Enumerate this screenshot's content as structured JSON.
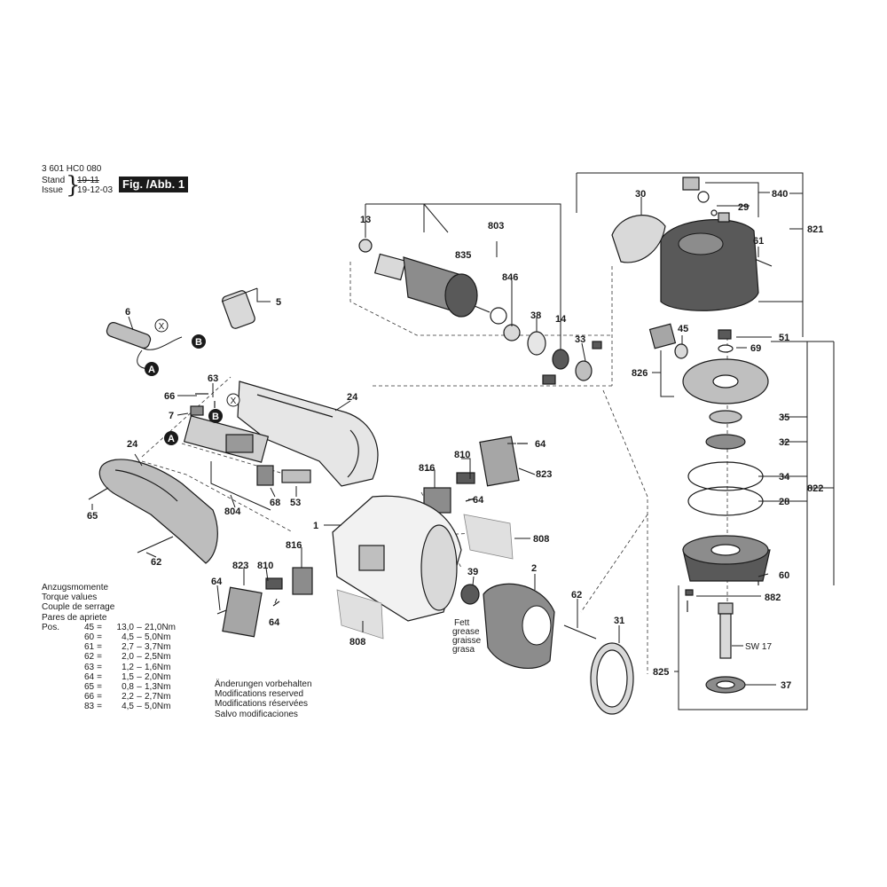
{
  "header": {
    "doc_number": "3 601 HC0 080",
    "stand_label": "Stand",
    "issue_label": "Issue",
    "old_date": "19-11",
    "new_date": "19-12-03",
    "fig_title": "Fig. /Abb. 1"
  },
  "callouts": [
    {
      "id": "c13",
      "text": "13"
    },
    {
      "id": "c803",
      "text": "803"
    },
    {
      "id": "c835",
      "text": "835"
    },
    {
      "id": "c846",
      "text": "846"
    },
    {
      "id": "c38",
      "text": "38"
    },
    {
      "id": "c14",
      "text": "14"
    },
    {
      "id": "c33",
      "text": "33"
    },
    {
      "id": "c30",
      "text": "30"
    },
    {
      "id": "c840",
      "text": "840"
    },
    {
      "id": "c29",
      "text": "29"
    },
    {
      "id": "c61",
      "text": "61"
    },
    {
      "id": "c821",
      "text": "821"
    },
    {
      "id": "c45",
      "text": "45"
    },
    {
      "id": "c51",
      "text": "51"
    },
    {
      "id": "c69",
      "text": "69"
    },
    {
      "id": "c826",
      "text": "826"
    },
    {
      "id": "c35",
      "text": "35"
    },
    {
      "id": "c32",
      "text": "32"
    },
    {
      "id": "c34",
      "text": "34"
    },
    {
      "id": "c822",
      "text": "822"
    },
    {
      "id": "c28",
      "text": "28"
    },
    {
      "id": "c60",
      "text": "60"
    },
    {
      "id": "c882",
      "text": "882"
    },
    {
      "id": "c825",
      "text": "825"
    },
    {
      "id": "csw",
      "text": "SW 17"
    },
    {
      "id": "c37",
      "text": "37"
    },
    {
      "id": "c5",
      "text": "5"
    },
    {
      "id": "c6",
      "text": "6"
    },
    {
      "id": "c63",
      "text": "63"
    },
    {
      "id": "c66",
      "text": "66"
    },
    {
      "id": "c7",
      "text": "7"
    },
    {
      "id": "c24a",
      "text": "24"
    },
    {
      "id": "c24b",
      "text": "24"
    },
    {
      "id": "c804",
      "text": "804"
    },
    {
      "id": "c68",
      "text": "68"
    },
    {
      "id": "c53",
      "text": "53"
    },
    {
      "id": "c65",
      "text": "65"
    },
    {
      "id": "c62a",
      "text": "62"
    },
    {
      "id": "c64a",
      "text": "64"
    },
    {
      "id": "c810a",
      "text": "810"
    },
    {
      "id": "c823a",
      "text": "823"
    },
    {
      "id": "c816a",
      "text": "816"
    },
    {
      "id": "c64b",
      "text": "64"
    },
    {
      "id": "c808a",
      "text": "808"
    },
    {
      "id": "c1",
      "text": "1"
    },
    {
      "id": "c816b",
      "text": "816"
    },
    {
      "id": "c823b",
      "text": "823"
    },
    {
      "id": "c810b",
      "text": "810"
    },
    {
      "id": "c64c",
      "text": "64"
    },
    {
      "id": "c64d",
      "text": "64"
    },
    {
      "id": "c808b",
      "text": "808"
    },
    {
      "id": "c39",
      "text": "39"
    },
    {
      "id": "c2",
      "text": "2"
    },
    {
      "id": "c62b",
      "text": "62"
    },
    {
      "id": "c31",
      "text": "31"
    }
  ],
  "circle_markers": {
    "a": "A",
    "b": "B",
    "x": "X"
  },
  "grease": [
    "Fett",
    "grease",
    "graisse",
    "grasa"
  ],
  "torque": {
    "headings": [
      "Anzugsmomente",
      "Torque values",
      "Couple de serrage",
      "Pares de apriete"
    ],
    "rows": [
      {
        "pos": "Pos.",
        "part": "45",
        "eq": "=",
        "min": "13,0",
        "dash": "–",
        "max": "21,0Nm"
      },
      {
        "pos": "",
        "part": "60",
        "eq": "=",
        "min": "4,5",
        "dash": "–",
        "max": "5,0Nm"
      },
      {
        "pos": "",
        "part": "61",
        "eq": "=",
        "min": "2,7",
        "dash": "–",
        "max": "3,7Nm"
      },
      {
        "pos": "",
        "part": "62",
        "eq": "=",
        "min": "2,0",
        "dash": "–",
        "max": "2,5Nm"
      },
      {
        "pos": "",
        "part": "63",
        "eq": "=",
        "min": "1,2",
        "dash": "–",
        "max": "1,6Nm"
      },
      {
        "pos": "",
        "part": "64",
        "eq": "=",
        "min": "1,5",
        "dash": "–",
        "max": "2,0Nm"
      },
      {
        "pos": "",
        "part": "65",
        "eq": "=",
        "min": "0,8",
        "dash": "–",
        "max": "1,3Nm"
      },
      {
        "pos": "",
        "part": "66",
        "eq": "=",
        "min": "2,2",
        "dash": "–",
        "max": "2,7Nm"
      },
      {
        "pos": "",
        "part": "83",
        "eq": "=",
        "min": "4,5",
        "dash": "–",
        "max": "5,0Nm"
      }
    ]
  },
  "reserved": [
    "Änderungen vorbehalten",
    "Modifications reserved",
    "Modifications réservées",
    "Salvo modificaciones"
  ]
}
